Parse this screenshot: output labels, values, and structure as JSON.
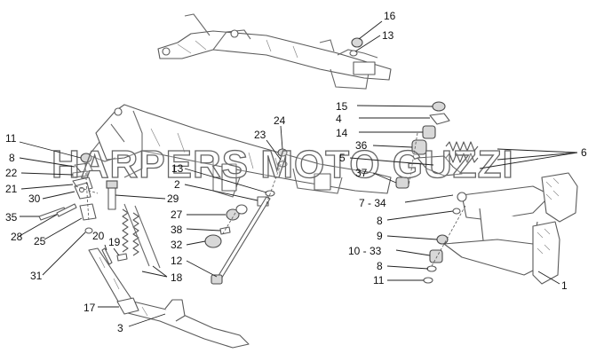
{
  "watermark": "HARPERS MOTO GUZZI",
  "callouts": {
    "c16": "16",
    "c13a": "13",
    "c15": "15",
    "c4": "4",
    "c14": "14",
    "c36": "36",
    "c5": "5",
    "c6": "6",
    "c37": "37",
    "c7_34": "7 - 34",
    "c8a": "8",
    "c9": "9",
    "c10_33": "10 - 33",
    "c8b": "8",
    "c11b": "11",
    "c1": "1",
    "c24": "24",
    "c23": "23",
    "c13b": "13",
    "c2": "2",
    "c27": "27",
    "c38": "38",
    "c32": "32",
    "c12": "12",
    "c11a": "11",
    "c8c": "8",
    "c22": "22",
    "c21": "21",
    "c30": "30",
    "c29": "29",
    "c35": "35",
    "c28": "28",
    "c25": "25",
    "c31": "31",
    "c20": "20",
    "c19": "19",
    "c18": "18",
    "c17": "17",
    "c3": "3"
  }
}
